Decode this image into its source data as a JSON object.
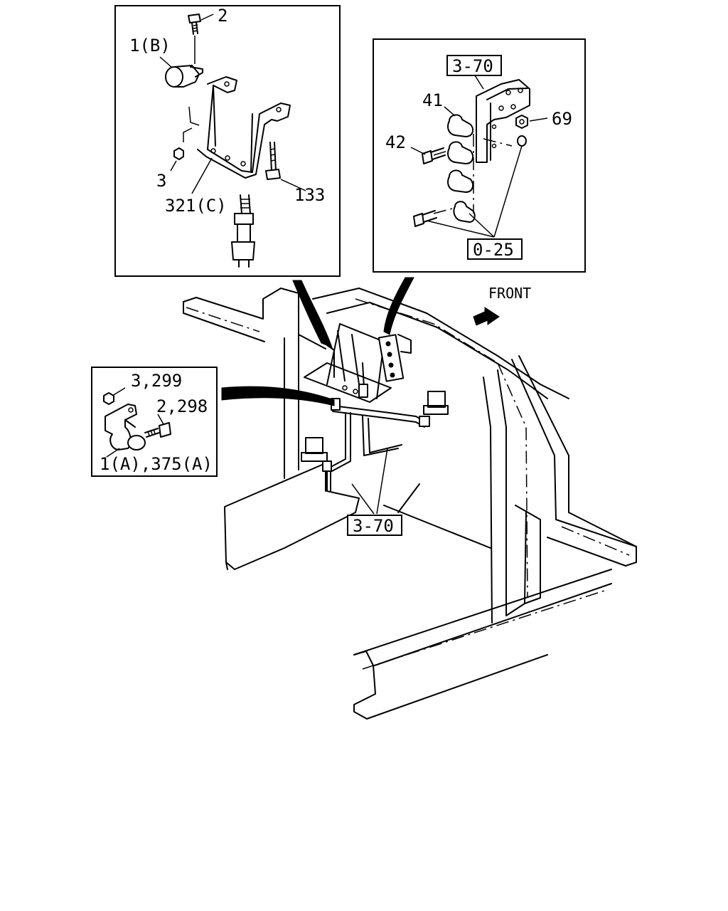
{
  "labels": {
    "front": "FRONT",
    "top_left": {
      "l_2": "2",
      "l_1b": "1(B)",
      "l_3": "3",
      "l_321c": "321(C)",
      "l_133": "133"
    },
    "top_right": {
      "ref_3_70": "3-70",
      "l_41": "41",
      "l_42": "42",
      "l_69": "69",
      "ref_0_25": "0-25"
    },
    "left_detail": {
      "l_3_299": "3,299",
      "l_2_298": "2,298",
      "l_1a_375a": "1(A),375(A)"
    },
    "main": {
      "ref_3_70": "3-70"
    }
  }
}
